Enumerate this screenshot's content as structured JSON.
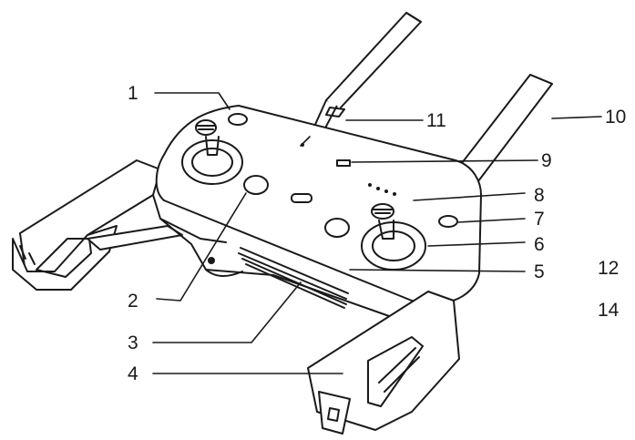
{
  "diagram": {
    "callouts": [
      {
        "id": "c1",
        "label": "1"
      },
      {
        "id": "c2",
        "label": "2"
      },
      {
        "id": "c3",
        "label": "3"
      },
      {
        "id": "c4",
        "label": "4"
      },
      {
        "id": "c5",
        "label": "5"
      },
      {
        "id": "c6",
        "label": "6"
      },
      {
        "id": "c7",
        "label": "7"
      },
      {
        "id": "c8",
        "label": "8"
      },
      {
        "id": "c9",
        "label": "9"
      },
      {
        "id": "c10",
        "label": "10"
      },
      {
        "id": "c11",
        "label": "11"
      },
      {
        "id": "c12",
        "label": "12"
      },
      {
        "id": "c14",
        "label": "14"
      }
    ],
    "colors": {
      "line": "#1a1a1a",
      "body": "#ffffff",
      "shadow": "#d8d8d8"
    }
  }
}
